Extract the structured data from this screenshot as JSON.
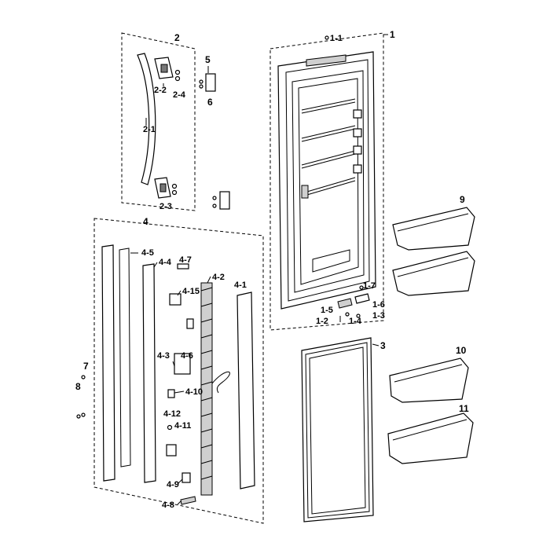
{
  "diagram": {
    "labels": {
      "l1": "1",
      "l1_1": "1-1",
      "l1_2": "1-2",
      "l1_3": "1-3",
      "l1_4": "1-4",
      "l1_5": "1-5",
      "l1_6": "1-6",
      "l1_7": "1-7",
      "l2": "2",
      "l2_1": "2-1",
      "l2_2": "2-2",
      "l2_3": "2-3",
      "l2_4": "2-4",
      "l3": "3",
      "l4": "4",
      "l4_1": "4-1",
      "l4_2": "4-2",
      "l4_3": "4-3",
      "l4_4": "4-4",
      "l4_5": "4-5",
      "l4_6": "4-6",
      "l4_7": "4-7",
      "l4_8": "4-8",
      "l4_9": "4-9",
      "l4_10": "4-10",
      "l4_11": "4-11",
      "l4_12": "4-12",
      "l4_15": "4-15",
      "l5": "5",
      "l6": "6",
      "l7": "7",
      "l8": "8",
      "l9": "9",
      "l10": "10",
      "l11": "11"
    }
  }
}
